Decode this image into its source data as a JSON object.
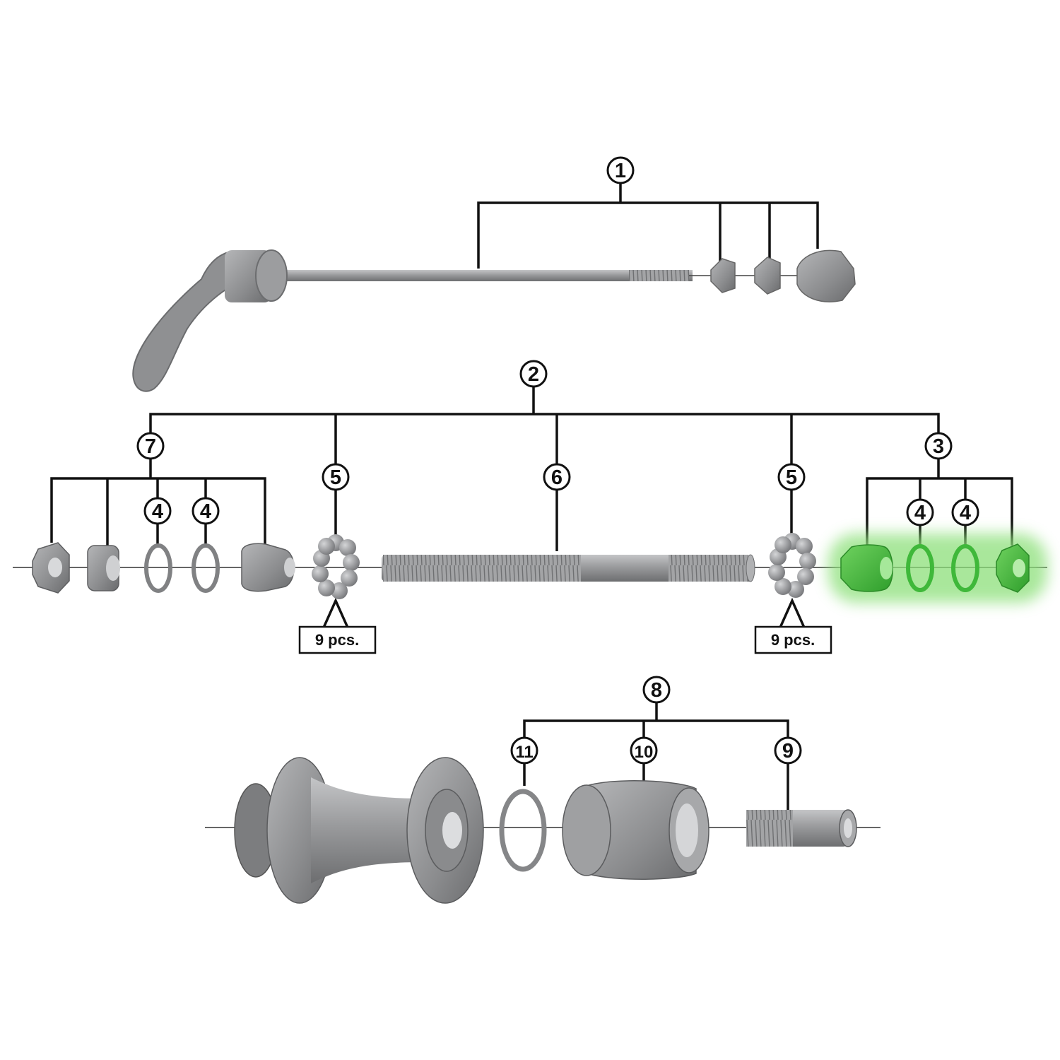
{
  "callouts": {
    "c1": "1",
    "c2": "2",
    "c3": "3",
    "c4a": "4",
    "c4b": "4",
    "c4c": "4",
    "c4d": "4",
    "c5a": "5",
    "c5b": "5",
    "c6": "6",
    "c7": "7",
    "c8": "8",
    "c9": "9",
    "c10": "10",
    "c11": "11"
  },
  "quantity_labels": {
    "left_balls": "9 pcs.",
    "right_balls": "9 pcs."
  },
  "colors": {
    "part_gray": "#8e8f91",
    "part_dark": "#5f6062",
    "part_light": "#b9babc",
    "leader_line": "#111111",
    "highlight_glow": "#8de07a",
    "highlight_part": "#3fb83a"
  },
  "highlighted_group": "3"
}
